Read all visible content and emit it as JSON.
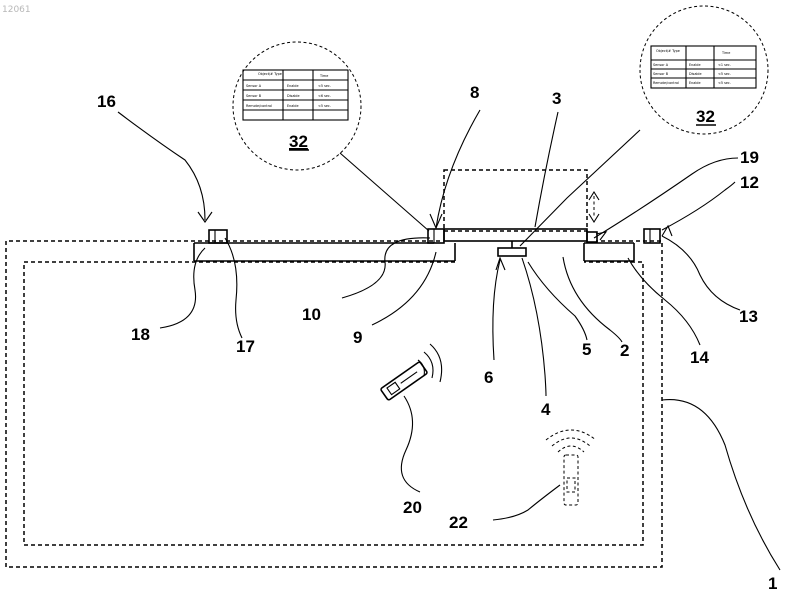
{
  "sheet_id": "12061",
  "reference_numerals": {
    "n1": "1",
    "n2": "2",
    "n3": "3",
    "n4": "4",
    "n5": "5",
    "n6": "6",
    "n8": "8",
    "n9": "9",
    "n10": "10",
    "n12": "12",
    "n13": "13",
    "n14": "14",
    "n16": "16",
    "n17": "17",
    "n18": "18",
    "n19": "19",
    "n20": "20",
    "n22": "22"
  },
  "callouts": [
    {
      "label": "32",
      "table": {
        "header": [
          "Object/# Type",
          "",
          "Time"
        ],
        "rows": [
          [
            "Sensor A",
            "Enable",
            "<5 sec."
          ],
          [
            "Sensor B",
            "Disable",
            "<6 sec."
          ],
          [
            "Remote/control",
            "Enable",
            "<5 sec."
          ],
          [
            "",
            "",
            ""
          ]
        ]
      }
    },
    {
      "label": "32",
      "table": {
        "header": [
          "Object/# Type",
          "",
          "Time"
        ],
        "rows": [
          [
            "Sensor A",
            "Enable",
            "<1 sec."
          ],
          [
            "Sensor B",
            "Disable",
            "<5 sec."
          ],
          [
            "Remote/control",
            "Enable",
            "<5 sec."
          ]
        ]
      }
    }
  ]
}
